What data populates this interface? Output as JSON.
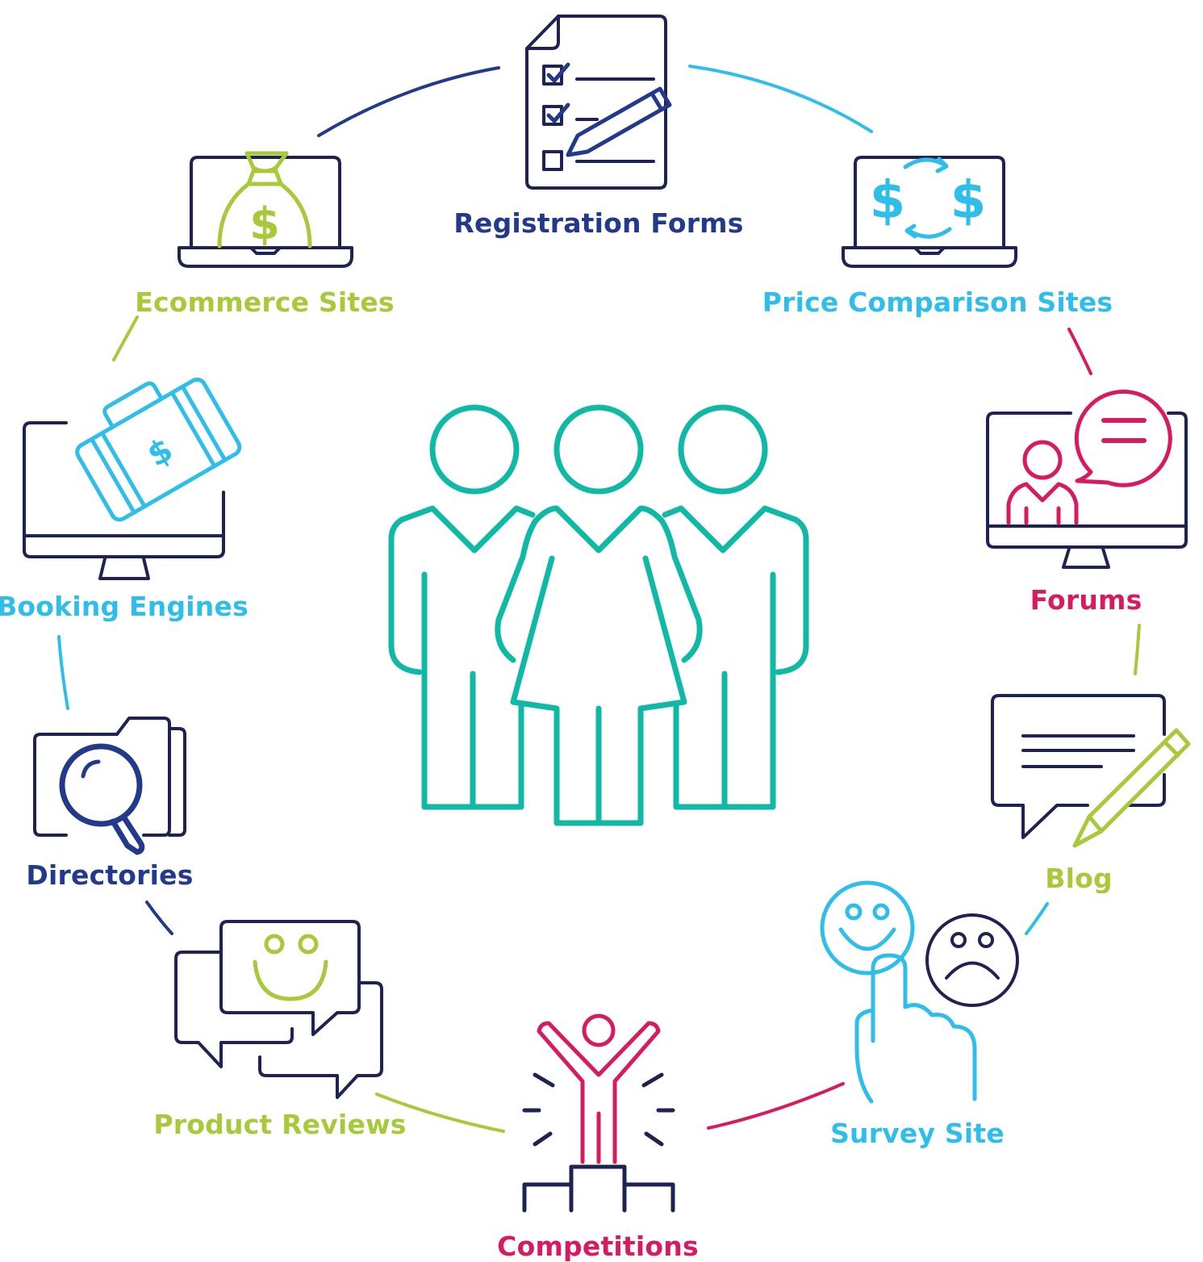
{
  "colors": {
    "navy": "#233a8c",
    "dark": "#1f2352",
    "lime": "#a8c93a",
    "sky": "#2fbdea",
    "red": "#d81b5f",
    "teal": "#10b8a6"
  },
  "center": {
    "icon": "group-of-people-icon"
  },
  "nodes": [
    {
      "id": "registration",
      "label": "Registration Forms",
      "icon": "checklist-form-icon",
      "color": "navy"
    },
    {
      "id": "price",
      "label": "Price Comparison Sites",
      "icon": "laptop-currency-exchange-icon",
      "color": "sky"
    },
    {
      "id": "forums",
      "label": "Forums",
      "icon": "monitor-chat-icon",
      "color": "red"
    },
    {
      "id": "blog",
      "label": "Blog",
      "icon": "speech-bubble-pencil-icon",
      "color": "lime"
    },
    {
      "id": "survey",
      "label": "Survey Site",
      "icon": "happy-sad-faces-icon",
      "color": "sky"
    },
    {
      "id": "competitions",
      "label": "Competitions",
      "icon": "winner-podium-icon",
      "color": "red"
    },
    {
      "id": "reviews",
      "label": "Product Reviews",
      "icon": "chat-bubbles-smile-icon",
      "color": "lime"
    },
    {
      "id": "directories",
      "label": "Directories",
      "icon": "folder-magnifier-icon",
      "color": "navy"
    },
    {
      "id": "booking",
      "label": "Booking Engines",
      "icon": "monitor-suitcase-icon",
      "color": "sky"
    },
    {
      "id": "ecommerce",
      "label": "Ecommerce Sites",
      "icon": "laptop-money-bag-icon",
      "color": "lime"
    }
  ]
}
